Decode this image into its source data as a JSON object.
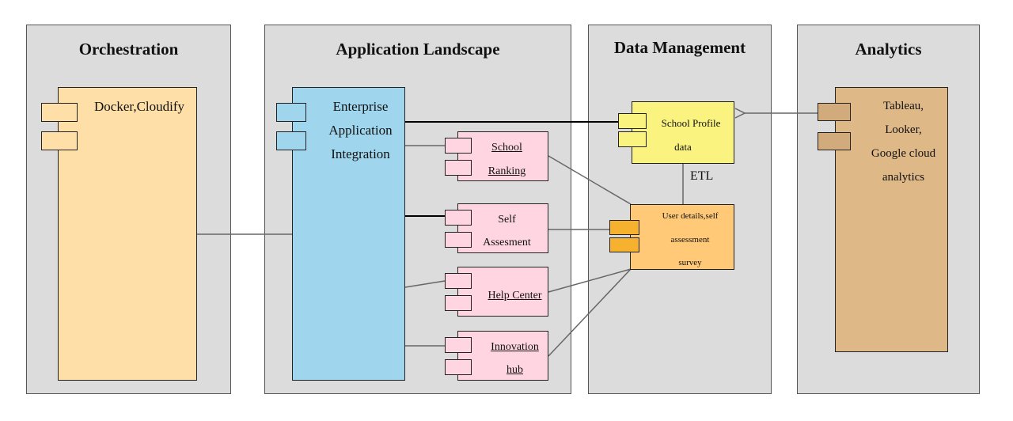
{
  "panels": {
    "orchestration": "Orchestration",
    "app_landscape": "Application Landscape",
    "data_management": "Data Management",
    "analytics": "Analytics"
  },
  "components": {
    "docker": "Docker,Cloudify",
    "eai": [
      "Enterprise",
      "Application",
      "Integration"
    ],
    "school_ranking": [
      "School",
      "Ranking"
    ],
    "self_assessment": [
      "Self",
      "Assesment"
    ],
    "help_center": "Help Center",
    "innovation_hub": [
      "Innovation",
      "hub"
    ],
    "school_profile": [
      "School Profile",
      "data"
    ],
    "user_details": [
      "User details,self",
      "assessment",
      "survey"
    ],
    "analytics_tools": [
      "Tableau,",
      "Looker,",
      "Google cloud",
      "analytics"
    ]
  },
  "edge_labels": {
    "etl": "ETL"
  },
  "colors": {
    "panel_bg": "#dcdcdc",
    "orchestration_fill": "#ffdfa8",
    "eai_fill": "#9fd6ee",
    "module_fill": "#ffd5e2",
    "school_profile_fill": "#fbf380",
    "user_details_fill": "#ffc977",
    "user_tab_fill": "#f6b22e",
    "analytics_fill": "#deb887"
  }
}
